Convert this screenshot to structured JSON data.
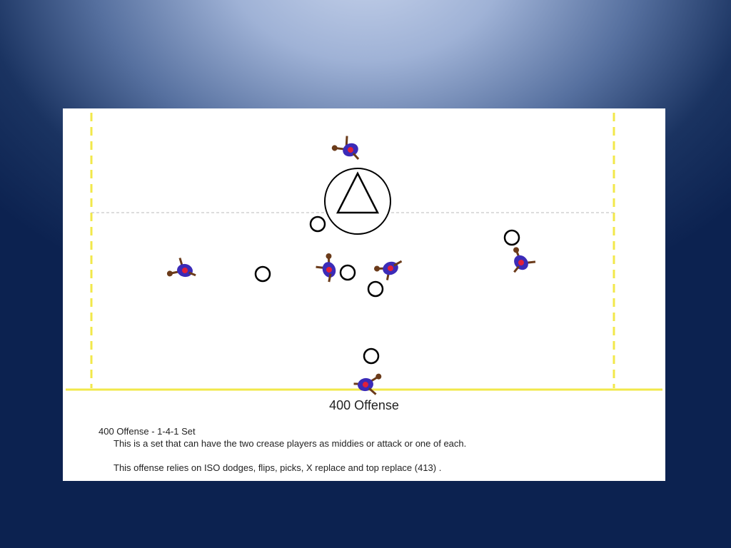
{
  "diagram": {
    "title": "400 Offense",
    "notes": {
      "heading": "400 Offense -  1-4-1 Set",
      "line1": "This is a set that can have the two crease players as middies or attack or one of each.",
      "line2": "This offense relies on ISO dodges, flips, picks, X replace and top replace (413) ."
    }
  },
  "colors": {
    "field_line": "#f2e84a",
    "crease": "#000000",
    "player_body": "#3b2bb8",
    "player_center": "#e0203a",
    "stick": "#6b3b1a"
  }
}
